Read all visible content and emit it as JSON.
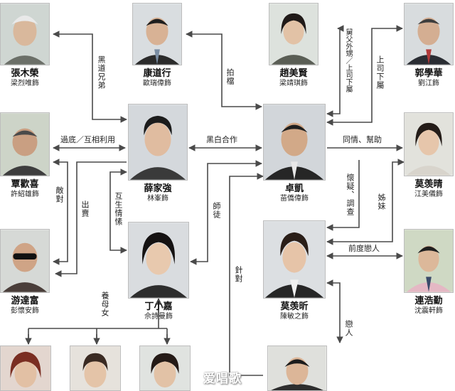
{
  "colors": {
    "line": "#4a4a4a",
    "photo_bg": "#dcdcdc",
    "suit": "#2b2b2b",
    "skin": "#d9b89c"
  },
  "characters": {
    "zhang": {
      "name": "張木榮",
      "actor": "梁烈唯飾"
    },
    "kang": {
      "name": "康道行",
      "actor": "歐瑞偉飾"
    },
    "zhao": {
      "name": "趙美賢",
      "actor": "梁靖琪飾"
    },
    "guo": {
      "name": "郭學華",
      "actor": "劉江飾"
    },
    "tan": {
      "name": "覃歡喜",
      "actor": "許紹雄飾"
    },
    "xue": {
      "name": "薛家強",
      "actor": "林峯飾"
    },
    "zhuo": {
      "name": "卓凱",
      "actor": "苗僑偉飾"
    },
    "mo_q": {
      "name": "莫羡晴",
      "actor": "江美儀飾"
    },
    "you": {
      "name": "游達富",
      "actor": "彭懷安飾"
    },
    "ding": {
      "name": "丁小嘉",
      "actor": "佘詩曼飾"
    },
    "mo_x": {
      "name": "莫羡昕",
      "actor": "陳敏之飾"
    },
    "lian": {
      "name": "連浩勤",
      "actor": "沈震軒飾"
    }
  },
  "relations": {
    "heidao": "黑道兄弟",
    "paidang": "拍檔",
    "jiufu": "舅父外甥／上司下屬",
    "shangsi": "上司下屬",
    "guodi": "過底／互相利用",
    "heibai": "黑白合作",
    "tongqing": "同情、幫助",
    "diduì": "敵對",
    "chumai": "出賣",
    "husheng": "互生情愫",
    "shitu": "師徒",
    "huaiyi": "懷疑、調查",
    "zimei": "姊妹",
    "qiandu": "前度戀人",
    "zhendui": "針對",
    "yangmu": "養母女",
    "lianren": "戀人"
  },
  "watermark": "爱唱歌"
}
